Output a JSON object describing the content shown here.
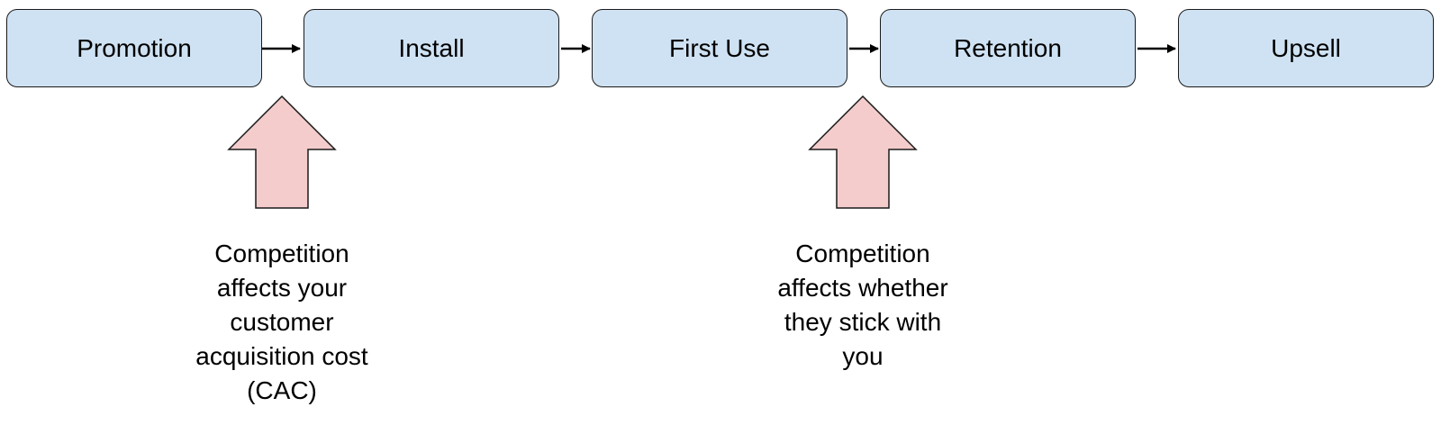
{
  "stages": [
    {
      "label": "Promotion"
    },
    {
      "label": "Install"
    },
    {
      "label": "First Use"
    },
    {
      "label": "Retention"
    },
    {
      "label": "Upsell"
    }
  ],
  "annotations": [
    {
      "lines": [
        "Competition",
        "affects your",
        "customer",
        "acquisition cost",
        "(CAC)"
      ]
    },
    {
      "lines": [
        "Competition",
        "affects whether",
        "they stick with",
        "you"
      ]
    }
  ],
  "colors": {
    "stage_fill": "#cfe2f3",
    "stage_border": "#1a1a1a",
    "up_arrow_fill": "#f4cccc",
    "up_arrow_border": "#1a1a1a",
    "connector": "#000000"
  },
  "icons": {
    "connector": "right-arrow-icon",
    "impact_marker": "up-arrow-icon"
  }
}
